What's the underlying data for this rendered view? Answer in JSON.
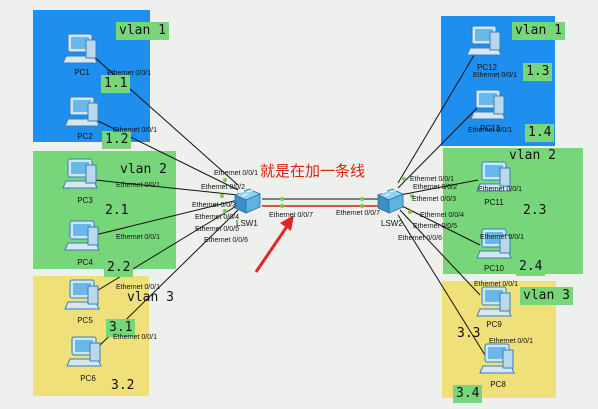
{
  "colors": {
    "vlan1": "#1f8fef",
    "vlan2": "#77d67a",
    "vlan3": "#efe07a",
    "trunk": "#d21c1c",
    "arrow": "#e12626"
  },
  "annotation": "就是在加一条线",
  "switches": {
    "left": {
      "name": "LSW1"
    },
    "right": {
      "name": "LSW2"
    }
  },
  "left_zones": {
    "vlan1": "vlan 1",
    "vlan2": "vlan 2",
    "vlan3": "vlan 3"
  },
  "right_zones": {
    "vlan1": "vlan 1",
    "vlan2": "vlan 2",
    "vlan3": "vlan 3"
  },
  "left_pcs": [
    {
      "name": "PC1",
      "port": "Ethernet 0/0/1",
      "addr": "1.1"
    },
    {
      "name": "PC2",
      "port": "Ethernet 0/0/1",
      "addr": "1.2"
    },
    {
      "name": "PC3",
      "port": "Ethernet 0/0/1",
      "addr": "2.1"
    },
    {
      "name": "PC4",
      "port": "Ethernet 0/0/1",
      "addr": "2.2"
    },
    {
      "name": "PC5",
      "port": "Ethernet 0/0/1",
      "addr": "3.1"
    },
    {
      "name": "PC6",
      "port": "Ethernet 0/0/1",
      "addr": "3.2"
    }
  ],
  "right_pcs": [
    {
      "name": "PC12",
      "port": "Ethernet 0/0/1",
      "addr": "1.3"
    },
    {
      "name": "PC13",
      "port": "Ethernet 0/0/1",
      "addr": "1.4"
    },
    {
      "name": "PC11",
      "port": "Ethernet 0/0/1",
      "addr": "2.3"
    },
    {
      "name": "PC10",
      "port": "Ethernet 0/0/1",
      "addr": "2.4"
    },
    {
      "name": "PC9",
      "port": "Ethernet 0/0/1",
      "addr": "3.3"
    },
    {
      "name": "PC8",
      "port": "Ethernet 0/0/1",
      "addr": "3.4"
    }
  ],
  "lsw1_ports": [
    "Ethernet 0/0/1",
    "Ethernet 0/0/2",
    "Ethernet 0/0/3",
    "Ethernet 0/0/4",
    "Ethernet 0/0/5",
    "Ethernet 0/0/6",
    "Ethernet 0/0/7"
  ],
  "lsw2_ports": [
    "Ethernet 0/0/1",
    "Ethernet 0/0/2",
    "Ethernet 0/0/3",
    "Ethernet 0/0/4",
    "Ethernet 0/0/5",
    "Ethernet 0/0/6",
    "Ethernet 0/0/7"
  ]
}
